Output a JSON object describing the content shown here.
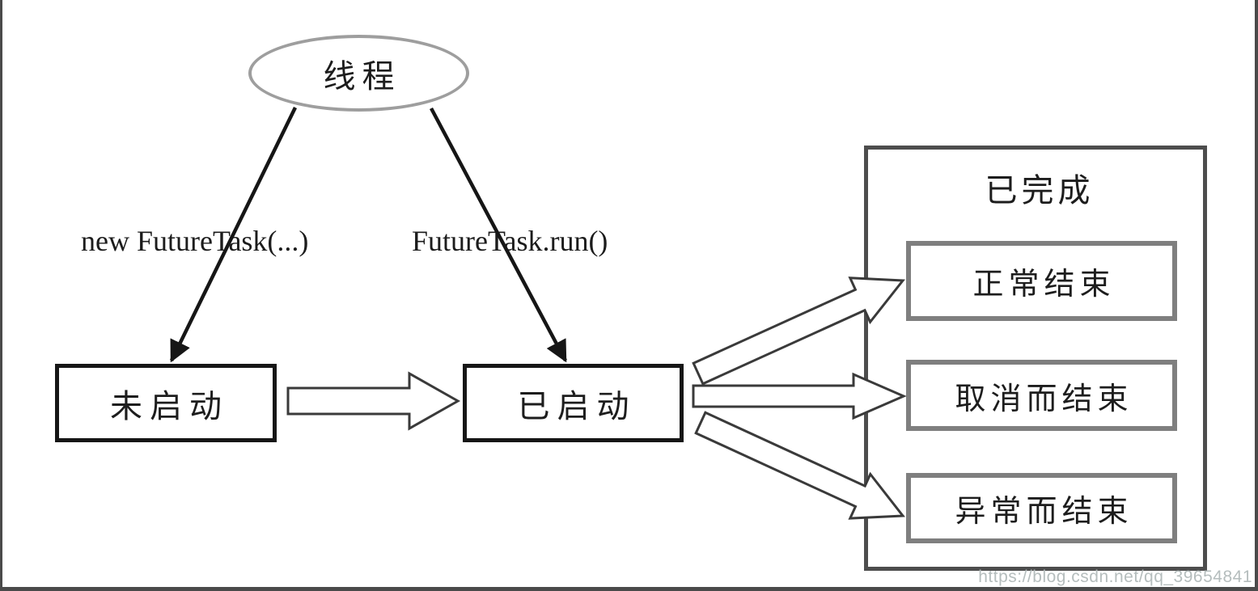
{
  "diagram": {
    "thread_label": "线程",
    "transition_labels": {
      "create": "new FutureTask(...)",
      "run": "FutureTask.run()"
    },
    "states": {
      "not_started": "未启动",
      "started": "已启动"
    },
    "completed": {
      "title": "已完成",
      "outcomes": [
        "正常结束",
        "取消而结束",
        "异常而结束"
      ]
    },
    "watermark": "https://blog.csdn.net/qq_39654841",
    "colors": {
      "background": "#ffffff",
      "text": "#1d1d1d",
      "state_box_border": "#161616",
      "completed_group_border": "#4d4d4d",
      "outcome_box_border": "#7f7f7f",
      "ellipse_border": "#9e9e9e",
      "solid_arrow": "#161616",
      "hollow_arrow_outline": "#3a3a3a",
      "frame": "#4a4a4a",
      "watermark_text": "#b1b9b9"
    }
  }
}
